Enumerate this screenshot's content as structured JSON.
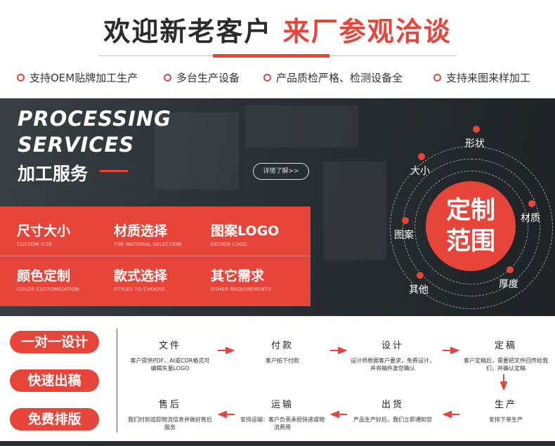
{
  "header": {
    "title_dark": "欢迎新老客户",
    "title_red": "来厂参观洽谈",
    "features": [
      "支持OEM贴牌加工生产",
      "多台生产设备",
      "产品质检严格、检测设备全",
      "支持来图来样加工"
    ]
  },
  "banner": {
    "title_en_1": "PROCESSING",
    "title_en_2": "SERVICES",
    "title_zh": "加工服务",
    "more_button": "详情了解>>",
    "cells": [
      {
        "zh": "尺寸大小",
        "en": "CUSTOM SIZE"
      },
      {
        "zh": "材质选择",
        "en": "THE MATERIAL SELECTION"
      },
      {
        "zh": "图案LOGO",
        "en": "DESIGN LOGO"
      },
      {
        "zh": "颜色定制",
        "en": "COLOR CUSTOMIZATION"
      },
      {
        "zh": "款式选择",
        "en": "STYLES TO CHOOSE"
      },
      {
        "zh": "其它需求",
        "en": "OTHER REQUIREMENTS"
      }
    ],
    "orbit_center_1": "定制",
    "orbit_center_2": "范围",
    "orbit_labels": [
      "形状",
      "大小",
      "材质",
      "图案",
      "其他",
      "厚度"
    ]
  },
  "process": {
    "pills": [
      "一对一设计",
      "快速出稿",
      "免费排版"
    ],
    "steps": [
      {
        "title": "文件",
        "desc": "客户提供PDF、AI或CDR格式可编辑矢量LOGO"
      },
      {
        "title": "付款",
        "desc": "客户拍下付款"
      },
      {
        "title": "设计",
        "desc": "设计师根据客户要求，免费设计，并将稿件发您确认"
      },
      {
        "title": "定稿",
        "desc": "客户定稿后，需要把文件回传给我们，并确认定稿"
      },
      {
        "title": "生产",
        "desc": "安排下单生产"
      },
      {
        "title": "出货",
        "desc": "产品生产好后，我们立即通知您"
      },
      {
        "title": "运输",
        "desc": "安排运输：客户负责承担快递或物流费用"
      },
      {
        "title": "售后",
        "desc": "我们时刻追踪物流信息并做好售后服务"
      }
    ]
  },
  "colors": {
    "accent": "#e8453a",
    "dark": "#2b2b2b"
  }
}
